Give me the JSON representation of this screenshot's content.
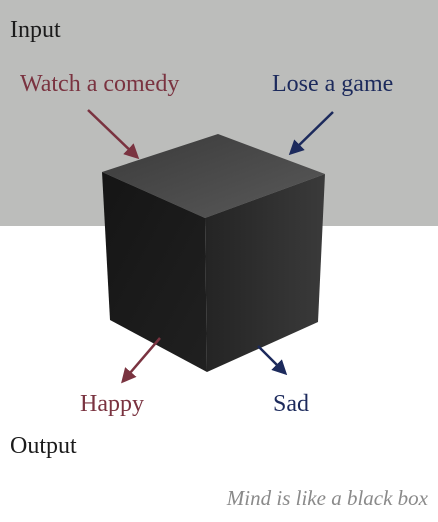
{
  "diagram": {
    "input_label": "Input",
    "output_label": "Output",
    "inputs": [
      {
        "text": "Watch a comedy",
        "color": "#7a3340"
      },
      {
        "text": "Lose a game",
        "color": "#1c2a5c"
      }
    ],
    "outputs": [
      {
        "text": "Happy",
        "color": "#7a3340"
      },
      {
        "text": "Sad",
        "color": "#1c2a5c"
      }
    ],
    "caption": "Mind is like a black box"
  }
}
